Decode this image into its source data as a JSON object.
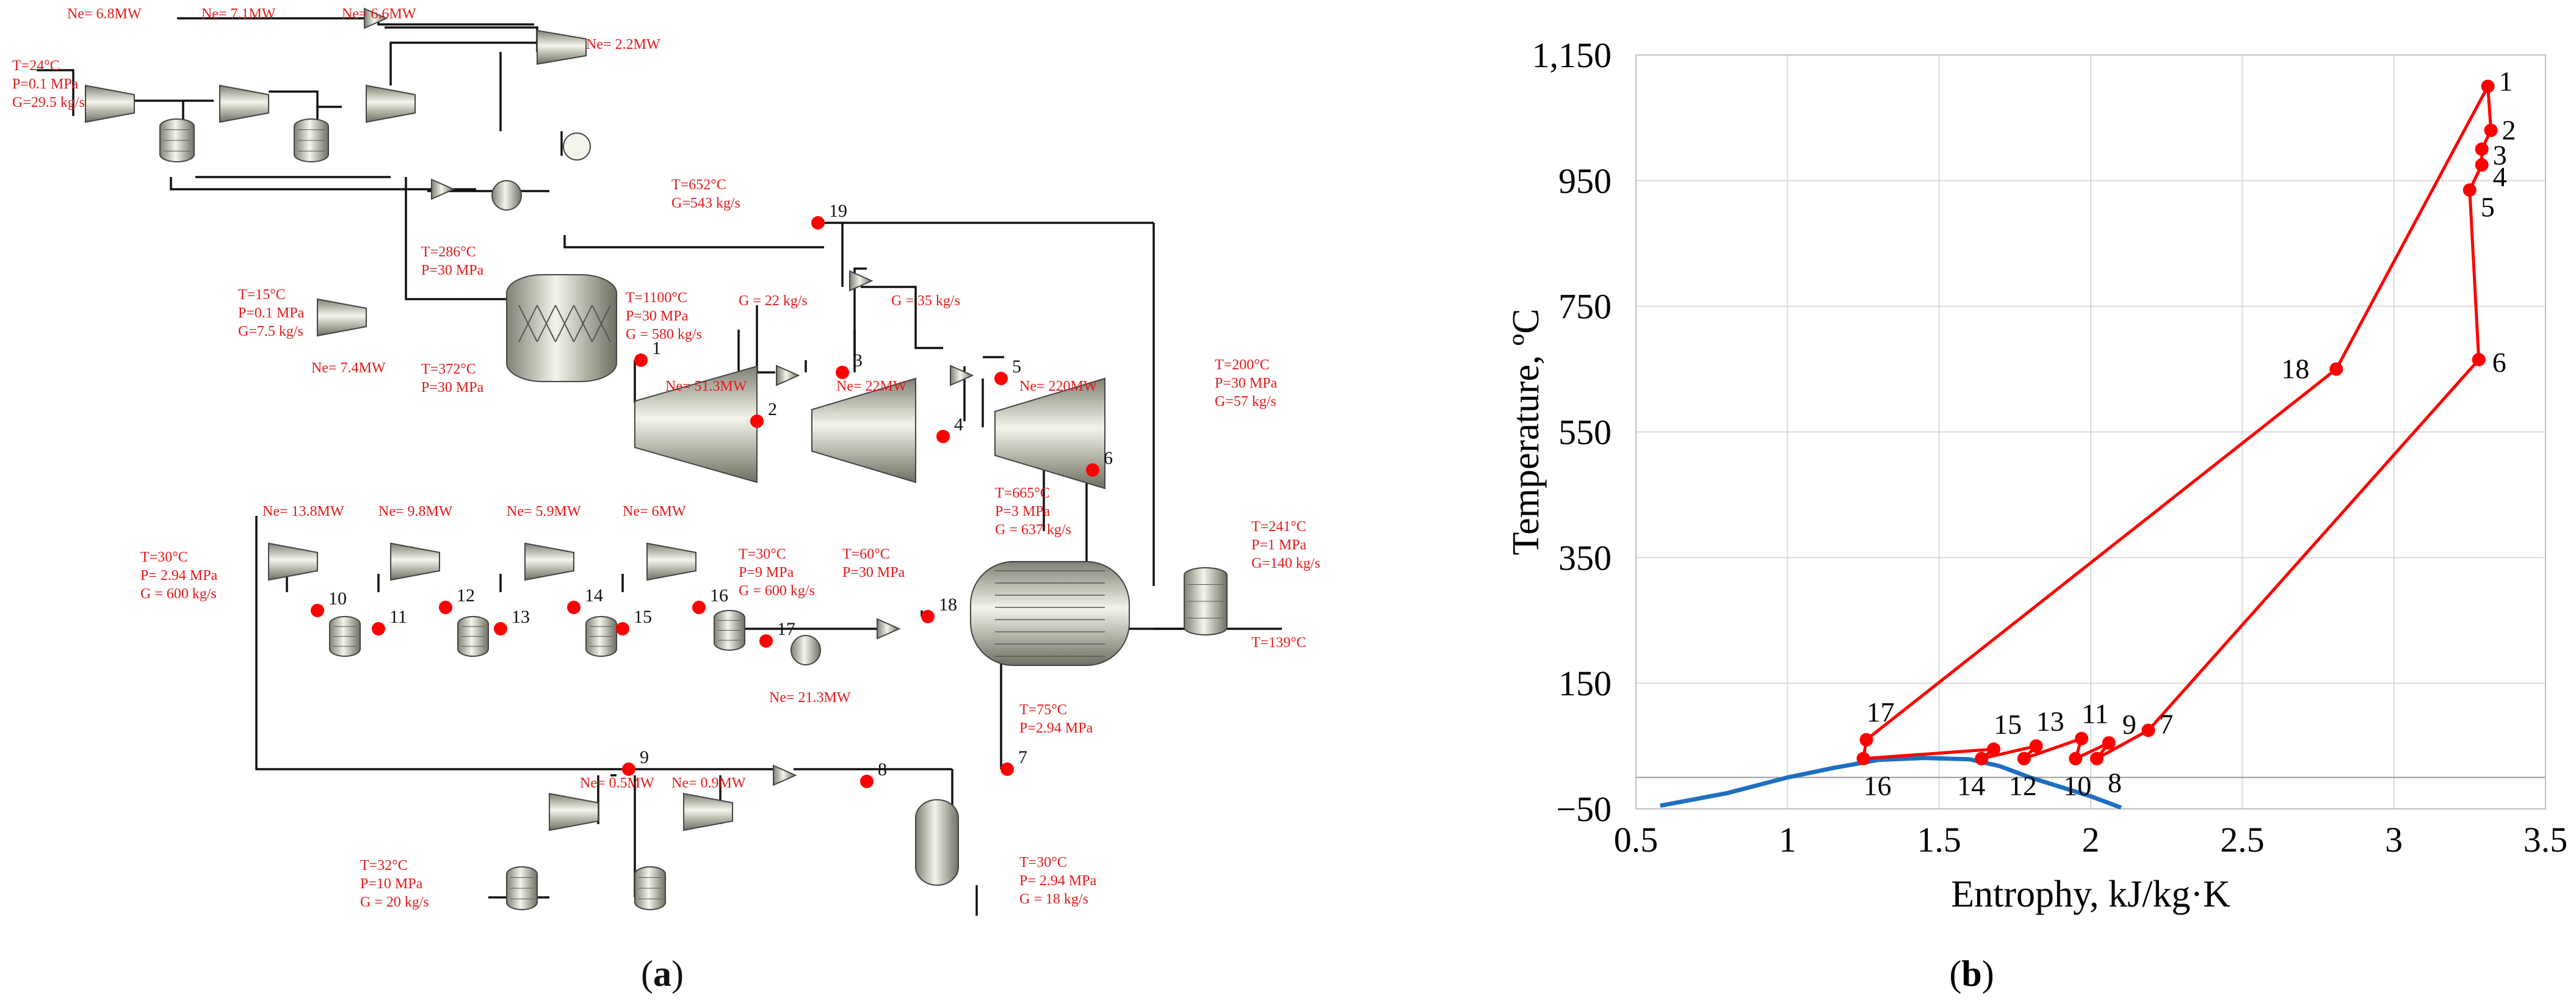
{
  "colors": {
    "annotation": "#e31919",
    "line": "#111111",
    "point": "#ff0000",
    "cycle": "#ff0000",
    "saturation": "#1f6fc0",
    "grid": "#d9d9d9"
  },
  "panel_a": {
    "caption_open": "(",
    "caption_letter": "a",
    "caption_close": ")",
    "annotations": [
      {
        "id": "a_in1",
        "lines": [
          "T=24°C",
          "P=0.1 MPa",
          "G=29.5 kg/s"
        ]
      },
      {
        "id": "a_ne1",
        "lines": [
          "Ne= 6.8MW"
        ]
      },
      {
        "id": "a_ne2",
        "lines": [
          "Ne= 7.1MW"
        ]
      },
      {
        "id": "a_ne3",
        "lines": [
          "Ne= 6.6MW"
        ]
      },
      {
        "id": "a_ne4",
        "lines": [
          "Ne= 2.2MW"
        ]
      },
      {
        "id": "a_s19",
        "lines": [
          "T=652°C",
          "G=543 kg/s"
        ]
      },
      {
        "id": "a_t286",
        "lines": [
          "T=286°C",
          "P=30 MPa"
        ]
      },
      {
        "id": "a_in2",
        "lines": [
          "T=15°C",
          "P=0.1 MPa",
          "G=7.5 kg/s"
        ]
      },
      {
        "id": "a_s1",
        "lines": [
          "T=1100°C",
          "P=30 MPa",
          "G = 580 kg/s"
        ]
      },
      {
        "id": "a_g22",
        "lines": [
          "G = 22 kg/s"
        ]
      },
      {
        "id": "a_g35",
        "lines": [
          "G = 35 kg/s"
        ]
      },
      {
        "id": "a_ne74",
        "lines": [
          "Ne= 7.4MW"
        ]
      },
      {
        "id": "a_t372",
        "lines": [
          "T=372°C",
          "P=30 MPa"
        ]
      },
      {
        "id": "a_ne513",
        "lines": [
          "Ne= 51.3MW"
        ]
      },
      {
        "id": "a_ne22",
        "lines": [
          "Ne= 22MW"
        ]
      },
      {
        "id": "a_ne220",
        "lines": [
          "Ne= 220MW"
        ]
      },
      {
        "id": "a_t200",
        "lines": [
          "T=200°C",
          "P=30 MPa",
          "G=57 kg/s"
        ]
      },
      {
        "id": "a_s6",
        "lines": [
          "T=665°C",
          "P=3 MPa",
          "G = 637 kg/s"
        ]
      },
      {
        "id": "a_ne138",
        "lines": [
          "Ne= 13.8MW"
        ]
      },
      {
        "id": "a_ne98",
        "lines": [
          "Ne= 9.8MW"
        ]
      },
      {
        "id": "a_ne59",
        "lines": [
          "Ne= 5.9MW"
        ]
      },
      {
        "id": "a_ne6",
        "lines": [
          "Ne= 6MW"
        ]
      },
      {
        "id": "a_s10",
        "lines": [
          "T=30°C",
          "P= 2.94 MPa",
          "G = 600 kg/s"
        ]
      },
      {
        "id": "a_s17",
        "lines": [
          "T=30°C",
          "P=9 MPa",
          "G = 600 kg/s"
        ]
      },
      {
        "id": "a_s18",
        "lines": [
          "T=60°C",
          "P=30 MPa"
        ]
      },
      {
        "id": "a_t241",
        "lines": [
          "T=241°C",
          "P=1 MPa",
          "G=140 kg/s"
        ]
      },
      {
        "id": "a_t139",
        "lines": [
          "T=139°C"
        ]
      },
      {
        "id": "a_ne213",
        "lines": [
          "Ne= 21.3MW"
        ]
      },
      {
        "id": "a_s7",
        "lines": [
          "T=75°C",
          "P=2.94 MPa"
        ]
      },
      {
        "id": "a_ne05",
        "lines": [
          "Ne= 0.5MW"
        ]
      },
      {
        "id": "a_ne09",
        "lines": [
          "Ne= 0.9MW"
        ]
      },
      {
        "id": "a_t32",
        "lines": [
          "T=32°C",
          "P=10 MPa",
          "G = 20 kg/s"
        ]
      },
      {
        "id": "a_s8",
        "lines": [
          "T=30°C",
          "P= 2.94 MPa",
          "G = 18 kg/s"
        ]
      }
    ],
    "state_numbers": [
      "1",
      "2",
      "3",
      "4",
      "5",
      "6",
      "7",
      "8",
      "9",
      "10",
      "11",
      "12",
      "13",
      "14",
      "15",
      "16",
      "17",
      "18",
      "19"
    ]
  },
  "chart_data": {
    "type": "line",
    "xlabel": "Entrophy, kJ/kg·K",
    "ylabel": "Temperature, ºC",
    "xlim": [
      0.5,
      3.5
    ],
    "ylim": [
      -50,
      1150
    ],
    "x_ticks": [
      "0.5",
      "1",
      "1.5",
      "2",
      "2.5",
      "3",
      "3.5"
    ],
    "y_ticks": [
      "−50",
      "150",
      "350",
      "550",
      "750",
      "950",
      "1,150"
    ],
    "grid": true,
    "series": [
      {
        "kind": "cycle",
        "points": [
          {
            "label": "1",
            "x": 3.31,
            "y": 1100
          },
          {
            "label": "2",
            "x": 3.32,
            "y": 1030
          },
          {
            "label": "3",
            "x": 3.29,
            "y": 1000
          },
          {
            "label": "4",
            "x": 3.29,
            "y": 975
          },
          {
            "label": "5",
            "x": 3.25,
            "y": 935
          },
          {
            "label": "6",
            "x": 3.28,
            "y": 665
          },
          {
            "label": "7",
            "x": 2.19,
            "y": 75
          },
          {
            "label": "8",
            "x": 2.02,
            "y": 30
          },
          {
            "label": "9",
            "x": 2.06,
            "y": 55
          },
          {
            "label": "10",
            "x": 1.95,
            "y": 30
          },
          {
            "label": "11",
            "x": 1.97,
            "y": 62
          },
          {
            "label": "12",
            "x": 1.78,
            "y": 30
          },
          {
            "label": "13",
            "x": 1.82,
            "y": 50
          },
          {
            "label": "14",
            "x": 1.64,
            "y": 30
          },
          {
            "label": "15",
            "x": 1.68,
            "y": 45
          },
          {
            "label": "16",
            "x": 1.25,
            "y": 30
          },
          {
            "label": "17",
            "x": 1.26,
            "y": 60
          },
          {
            "label": "18",
            "x": 2.81,
            "y": 650
          },
          {
            "label": "1",
            "x": 3.31,
            "y": 1100
          }
        ]
      },
      {
        "kind": "saturation_dome",
        "x": [
          0.58,
          0.8,
          1.0,
          1.15,
          1.3,
          1.45,
          1.6,
          1.7,
          1.8,
          1.9,
          2.0,
          2.1
        ],
        "y": [
          -45,
          -25,
          0,
          15,
          28,
          31,
          29,
          18,
          0,
          -15,
          -30,
          -48
        ]
      }
    ],
    "label_positions_hint": "labels placed near points"
  },
  "panel_b": {
    "caption_open": "(",
    "caption_letter": "b",
    "caption_close": ")"
  }
}
